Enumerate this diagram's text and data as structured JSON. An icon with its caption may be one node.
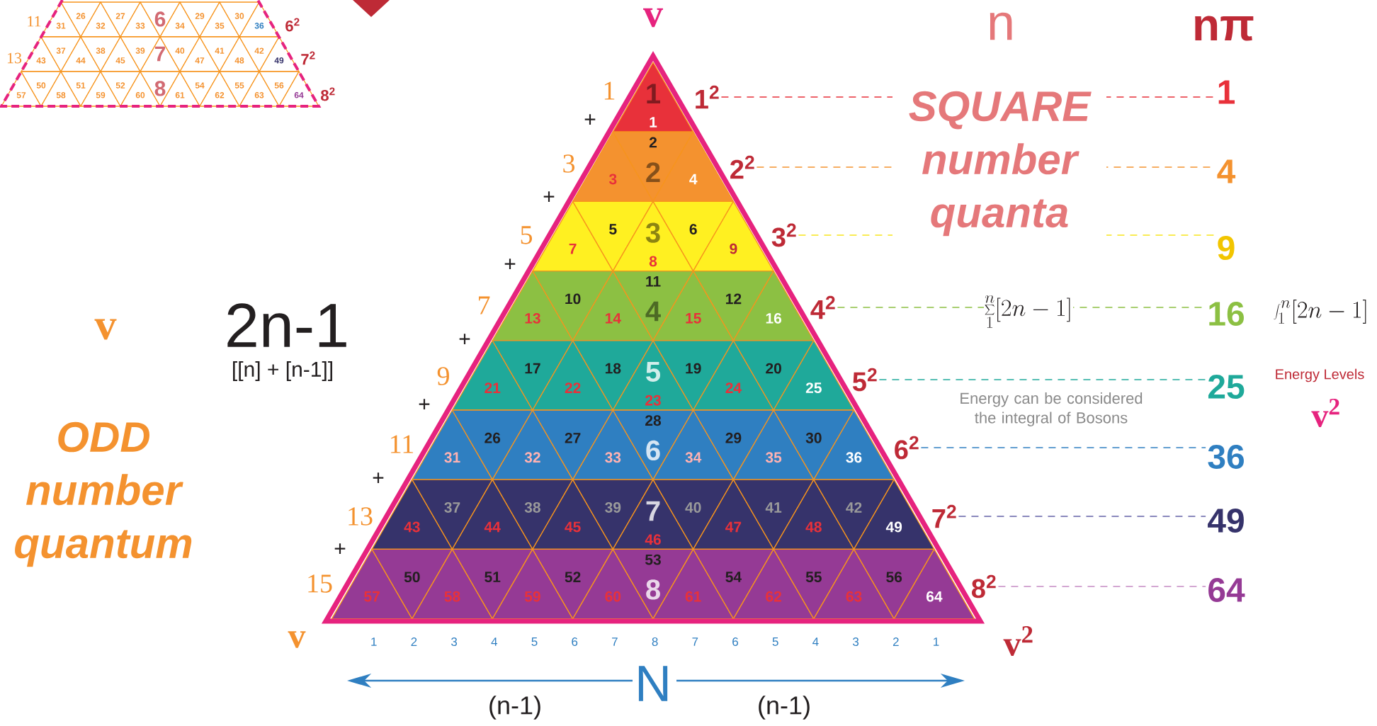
{
  "diagram": {
    "nodes": [
      {
        "text": [
          "1"
        ]
      },
      {
        "text": [
          "3"
        ]
      },
      {
        "text": [
          "2"
        ]
      },
      {
        "text": [
          "4"
        ]
      },
      {
        "text": [
          "7"
        ]
      },
      {
        "text": [
          "5"
        ]
      },
      {
        "text": [
          "8"
        ]
      },
      {
        "text": [
          "6"
        ]
      },
      {
        "text": [
          "9"
        ]
      },
      {
        "text": [
          "13"
        ]
      },
      {
        "text": [
          "10"
        ]
      },
      {
        "text": [
          "14"
        ]
      },
      {
        "text": [
          "11"
        ]
      },
      {
        "text": [
          "15"
        ]
      },
      {
        "text": [
          "12"
        ]
      },
      {
        "text": [
          "16"
        ]
      },
      {
        "text": [
          "21"
        ]
      },
      {
        "text": [
          "17"
        ]
      },
      {
        "text": [
          "22"
        ]
      },
      {
        "text": [
          "18"
        ]
      },
      {
        "text": [
          "23"
        ]
      },
      {
        "text": [
          "19"
        ]
      },
      {
        "text": [
          "24"
        ]
      },
      {
        "text": [
          "20"
        ]
      },
      {
        "text": [
          "25"
        ]
      },
      {
        "text": [
          "31"
        ]
      },
      {
        "text": [
          "26"
        ]
      },
      {
        "text": [
          "32"
        ]
      },
      {
        "text": [
          "27"
        ]
      },
      {
        "text": [
          "33"
        ]
      },
      {
        "text": [
          "28"
        ]
      },
      {
        "text": [
          "34"
        ]
      },
      {
        "text": [
          "29"
        ]
      },
      {
        "text": [
          "35"
        ]
      },
      {
        "text": [
          "30"
        ]
      },
      {
        "text": [
          "36"
        ]
      },
      {
        "text": [
          "43"
        ]
      },
      {
        "text": [
          "37"
        ]
      },
      {
        "text": [
          "44"
        ]
      },
      {
        "text": [
          "38"
        ]
      },
      {
        "text": [
          "45"
        ]
      },
      {
        "text": [
          "39"
        ]
      },
      {
        "text": [
          "46"
        ]
      },
      {
        "text": [
          "40"
        ]
      },
      {
        "text": [
          "47"
        ]
      },
      {
        "text": [
          "41"
        ]
      },
      {
        "text": [
          "48"
        ]
      },
      {
        "text": [
          "42"
        ]
      },
      {
        "text": [
          "49"
        ]
      },
      {
        "text": [
          "57"
        ]
      },
      {
        "text": [
          "50"
        ]
      },
      {
        "text": [
          "58"
        ]
      },
      {
        "text": [
          "51"
        ]
      },
      {
        "text": [
          "59"
        ]
      },
      {
        "text": [
          "52"
        ]
      },
      {
        "text": [
          "60"
        ]
      },
      {
        "text": [
          "53"
        ]
      },
      {
        "text": [
          "61"
        ]
      },
      {
        "text": [
          "54"
        ]
      },
      {
        "text": [
          "62"
        ]
      },
      {
        "text": [
          "55"
        ]
      },
      {
        "text": [
          "63"
        ]
      },
      {
        "text": [
          "56"
        ]
      },
      {
        "text": [
          "64"
        ]
      },
      {
        "text": [
          "31"
        ]
      },
      {
        "text": [
          "26"
        ]
      },
      {
        "text": [
          "32"
        ]
      },
      {
        "text": [
          "27"
        ]
      },
      {
        "text": [
          "33"
        ]
      },
      {
        "text": [],
        "shape": "triangle"
      },
      {
        "text": [
          "34"
        ]
      },
      {
        "text": [
          "29"
        ]
      },
      {
        "text": [
          "35"
        ]
      },
      {
        "text": [
          "30"
        ]
      },
      {
        "text": [
          "36"
        ]
      },
      {
        "text": [
          "43"
        ]
      },
      {
        "text": [
          "37"
        ]
      },
      {
        "text": [
          "44"
        ]
      },
      {
        "text": [
          "38"
        ]
      },
      {
        "text": [
          "45"
        ]
      },
      {
        "text": [
          "39"
        ]
      },
      {
        "text": [],
        "shape": "triangle"
      },
      {
        "text": [
          "40"
        ]
      },
      {
        "text": [
          "47"
        ]
      },
      {
        "text": [
          "41"
        ]
      },
      {
        "text": [
          "48"
        ]
      },
      {
        "text": [
          "42"
        ]
      },
      {
        "text": [
          "49"
        ]
      },
      {
        "text": [
          "57"
        ]
      },
      {
        "text": [
          "50"
        ]
      },
      {
        "text": [
          "58"
        ]
      },
      {
        "text": [
          "51"
        ]
      },
      {
        "text": [
          "59"
        ]
      },
      {
        "text": [
          "52"
        ]
      },
      {
        "text": [
          "60"
        ]
      },
      {
        "text": [],
        "shape": "triangle"
      },
      {
        "text": [
          "61"
        ]
      },
      {
        "text": [
          "54"
        ]
      },
      {
        "text": [
          "62"
        ]
      },
      {
        "text": [
          "55"
        ]
      },
      {
        "text": [
          "63"
        ]
      },
      {
        "text": [
          "56"
        ]
      },
      {
        "text": [
          "64"
        ]
      },
      {
        "text": [
          "1$^{2}$"
        ]
      },
      {
        "text": [
          "2$^{2}$"
        ]
      },
      {
        "text": [
          "3$^{2}$"
        ]
      },
      {
        "text": [
          "4$^{2}$"
        ]
      },
      {
        "text": [
          "5$^{2}$"
        ]
      },
      {
        "text": [
          "6$^{2}$"
        ]
      },
      {
        "text": [
          "7$^{2}$"
        ]
      },
      {
        "text": [
          "8$^{2}$"
        ]
      },
      {
        "text": [
          "1"
        ]
      },
      {
        "text": [
          "4"
        ]
      },
      {
        "text": [
          "9"
        ]
      },
      {
        "text": [
          "16"
        ]
      },
      {
        "text": [
          "25"
        ]
      },
      {
        "text": [
          "36"
        ]
      },
      {
        "text": [
          "49"
        ]
      },
      {
        "text": [
          "64"
        ]
      }
    ],
    "edges": [
      {
        "from": 103,
        "to": 111,
        "arrow": "none",
        "style": "dashed",
        "color": "#e8313a"
      },
      {
        "from": 104,
        "to": 112,
        "arrow": "none",
        "style": "dashed",
        "color": "#f4922f"
      },
      {
        "from": 105,
        "to": 113,
        "arrow": "none",
        "style": "dashed",
        "color": "#f7e51c"
      },
      {
        "from": 106,
        "to": 114,
        "arrow": "none",
        "style": "dashed",
        "color": "#8cc043"
      },
      {
        "from": 107,
        "to": 115,
        "arrow": "none",
        "style": "dashed",
        "color": "#1fa99a"
      },
      {
        "from": 108,
        "to": 116,
        "arrow": "none",
        "style": "dashed",
        "color": "#2f7fc1"
      },
      {
        "from": 109,
        "to": 117,
        "arrow": "none",
        "style": "dashed",
        "color": "#6461a8"
      },
      {
        "from": 110,
        "to": 118,
        "arrow": "none",
        "style": "dashed",
        "color": "#c58ac4"
      }
    ],
    "labels": [
      "v",
      "n",
      "nπ",
      "SQUARE number quanta",
      "1",
      "2",
      "3",
      "4",
      "5",
      "6",
      "7",
      "8",
      "1",
      "+",
      "3",
      "+",
      "5",
      "+",
      "7",
      "+",
      "9",
      "+",
      "11",
      "+",
      "13",
      "+",
      "15",
      "v",
      "2n-1",
      "[[n] + [n-1]]",
      "ODD number quantum",
      "\\sum_{1}^{n}[2n-1]",
      "\\int_{1}^{n}[2n-1]",
      "Energy can be considered the integral of Bosons",
      "Energy Levels",
      "v$^{2}$",
      "v",
      "v$^{2}$",
      "1",
      "2",
      "3",
      "4",
      "5",
      "6",
      "7",
      "8",
      "7",
      "6",
      "5",
      "4",
      "3",
      "2",
      "1",
      "N",
      "(n-1)",
      "(n-1)",
      "11",
      "13",
      "6",
      "7",
      "8",
      "6$^{2}$",
      "7$^{2}$",
      "8$^{2}$"
    ]
  }
}
